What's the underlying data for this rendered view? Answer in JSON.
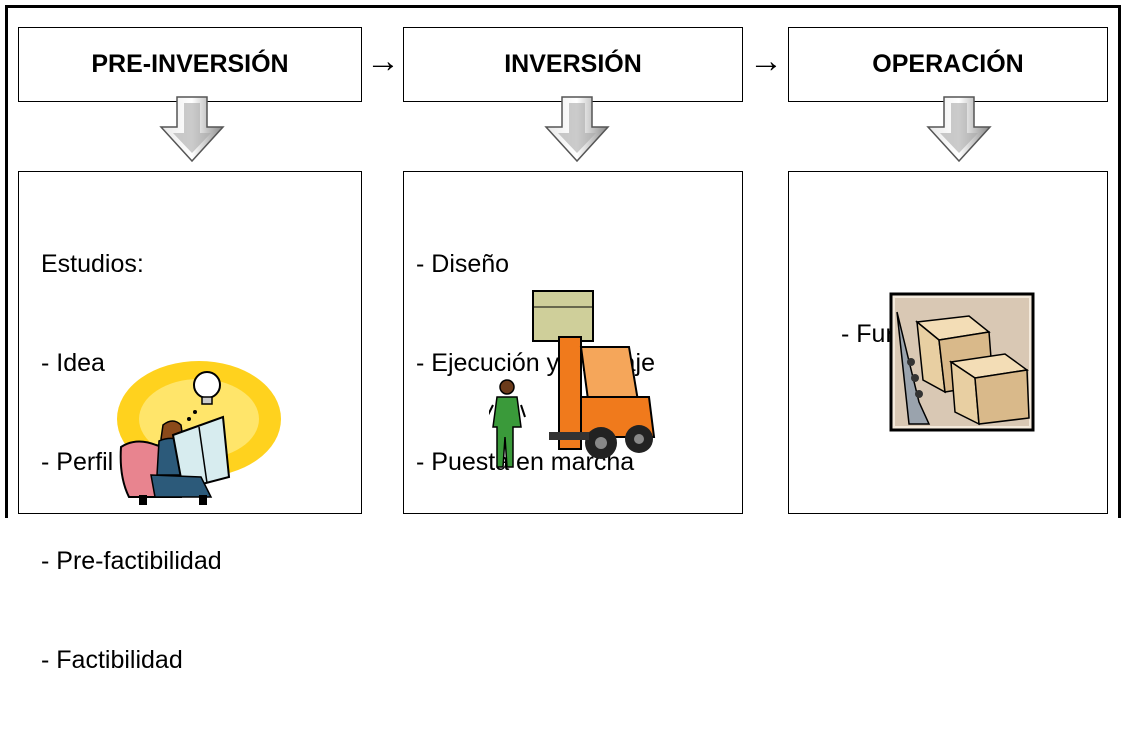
{
  "phases": [
    {
      "title": "PRE-INVERSIÓN"
    },
    {
      "title": "INVERSIÓN"
    },
    {
      "title": "OPERACIÓN"
    }
  ],
  "connector_symbol": "→",
  "panels": [
    {
      "lines": [
        "Estudios:",
        "- Idea",
        "- Perfil",
        "- Pre-factibilidad",
        "- Factibilidad"
      ]
    },
    {
      "lines": [
        "- Diseño",
        "- Ejecución y montaje",
        "- Puesta en marcha"
      ]
    },
    {
      "lines": [
        "- Funcionamiento"
      ]
    }
  ],
  "colors": {
    "arrow_fill": "#b5b5b5",
    "glow": "#ffd21e",
    "forklift": "#f07a1c",
    "crate": "#e8cfa2"
  },
  "icons": {
    "panel1": "person-reading-with-idea-bulb-icon",
    "panel2": "forklift-with-worker-icon",
    "panel3": "boxes-on-conveyor-icon"
  }
}
